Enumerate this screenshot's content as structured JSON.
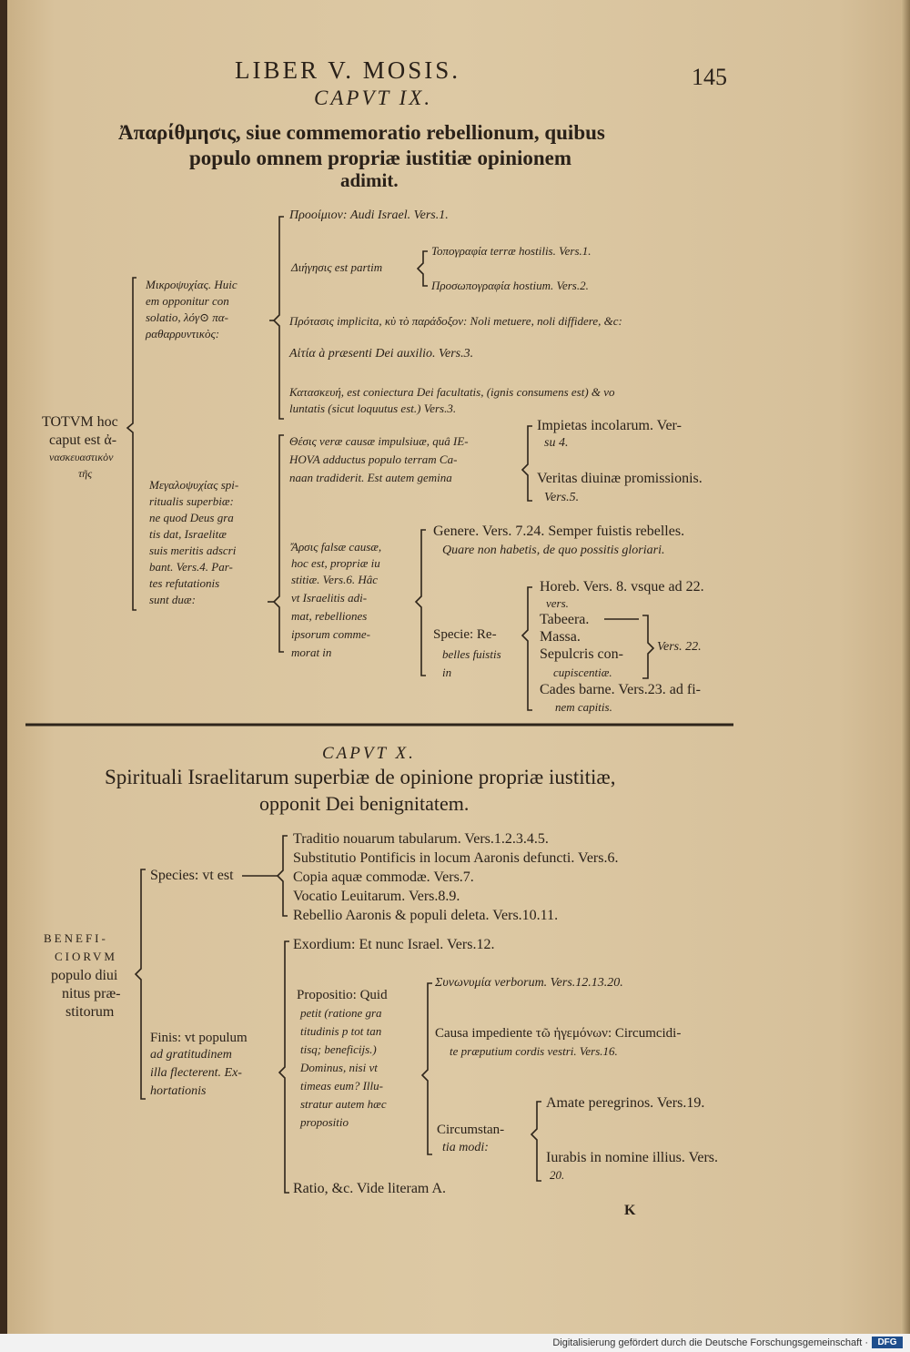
{
  "header": {
    "running_title": "LIBER V. MOSIS.",
    "page_number": "145"
  },
  "chap9": {
    "heading": "CAPVT IX.",
    "title_l1": "Ἀπαρίθμησις, siue commemoratio rebellionum, quibus",
    "title_l2": "populo omnem propriæ iustitiæ opinionem",
    "title_l3": "adimit.",
    "root_l1": "TOTVM hoc",
    "root_l2": "caput est ἀ-",
    "root_l3": "νασκευαστικὸν",
    "root_l4": "τῆς",
    "a_l1": "Μικροψυχίας. Huic",
    "a_l2": "em opponitur con",
    "a_l3": "solatio, λόγ⊙ πα-",
    "a_l4": "ραθαρρυντικὸς:",
    "a1": "Προοίμιον: Audi Israel. Vers.1.",
    "a2_label": "Διήγησις est partim",
    "a2a": "Τοπογραφία terræ hostilis. Vers.1.",
    "a2b": "Προσωπογραφία hostium. Vers.2.",
    "a3": "Πρότασις implicita, κὺ τὸ παράδοξον: Noli metuere, noli diffidere, &c:",
    "a4": "Αἰτία à præsenti Dei auxilio. Vers.3.",
    "a5_l1": "Κατασκευή, est coniectura Dei facultatis, (ignis consumens est) & vo",
    "a5_l2": "luntatis (sicut loquutus est.) Vers.3.",
    "b_l1": "Μεγαλοψυχίας spi-",
    "b_l2": "ritualis superbiæ:",
    "b_l3": "ne quod Deus gra",
    "b_l4": "tis dat, Israelitæ",
    "b_l5": "suis meritis adscri",
    "b_l6": "bant. Vers.4. Par-",
    "b_l7": "tes refutationis",
    "b_l8": "sunt duæ:",
    "b1_l1": "Θέσις veræ causæ impulsiuæ, quâ IE-",
    "b1_l2": "HOVA adductus populo terram Ca-",
    "b1_l3": "naan tradiderit. Est autem gemina",
    "b1a_l1": "Impietas incolarum. Ver-",
    "b1a_l2": "su 4.",
    "b1b_l1": "Veritas diuinæ promissionis.",
    "b1b_l2": "Vers.5.",
    "b2_l1": "Ἄρσις falsæ causæ,",
    "b2_l2": "hoc est, propriæ iu",
    "b2_l3": "stitiæ. Vers.6. Hâc",
    "b2_l4": "vt Israelitis adi-",
    "b2_l5": "mat, rebelliones",
    "b2_l6": "ipsorum comme-",
    "b2_l7": "morat in",
    "g_l1": "Genere. Vers. 7.24. Semper fuistis rebelles.",
    "g_l2": "Quare non habetis, de quo possitis gloriari.",
    "s_l1": "Specie: Re-",
    "s_l2": "belles fuistis",
    "s_l3": "in",
    "h_l1": "Horeb. Vers. 8. vsque ad 22.",
    "h_l2": "vers.",
    "tab": "Tabeera.",
    "mas": "Massa.",
    "sep_l1": "Sepulcris con-",
    "sep_l2": "cupiscentiæ.",
    "v22": "Vers. 22.",
    "cad_l1": "Cades barne. Vers.23. ad fi-",
    "cad_l2": "nem capitis."
  },
  "chap10": {
    "heading": "CAPVT X.",
    "title_l1": "Spirituali Israelitarum superbiæ de opinione propriæ iustitiæ,",
    "title_l2": "opponit Dei benignitatem.",
    "root_l1": "BENEFI-",
    "root_l2": "CIORVM",
    "root_l3": "populo diui",
    "root_l4": "nitus præ-",
    "root_l5": "stitorum",
    "species": "Species: vt est",
    "sp1": "Traditio nouarum tabularum. Vers.1.2.3.4.5.",
    "sp2": "Substitutio Pontificis in locum Aaronis defuncti. Vers.6.",
    "sp3": "Copia aquæ commodæ. Vers.7.",
    "sp4": "Vocatio Leuitarum. Vers.8.9.",
    "sp5": "Rebellio Aaronis & populi deleta. Vers.10.11.",
    "finis_l1": "Finis: vt populum",
    "finis_l2": "ad gratitudinem",
    "finis_l3": "illa flecterent. Ex-",
    "finis_l4": "hortationis",
    "ex": "Exordium: Et nunc Israel. Vers.12.",
    "pr_l1": "Propositio: Quid",
    "pr_l2": "petit (ratione gra",
    "pr_l3": "titudinis p tot tan",
    "pr_l4": "tisq; beneficijs.)",
    "pr_l5": "Dominus, nisi vt",
    "pr_l6": "timeas eum? Illu-",
    "pr_l7": "stratur autem hæc",
    "pr_l8": "propositio",
    "syn": "Συνωνυμία verborum. Vers.12.13.20.",
    "ca_l1": "Causa impediente τῶ ἡγεμόνων: Circumcidi-",
    "ca_l2": "te præputium cordis vestri. Vers.16.",
    "ci_l1": "Circumstan-",
    "ci_l2": "tia modi:",
    "am": "Amate peregrinos. Vers.19.",
    "iu_l1": "Iurabis in nomine illius. Vers.",
    "iu_l2": "20.",
    "rat": "Ratio, &c. Vide literam A.",
    "signature": "K"
  },
  "footer": {
    "text": "Digitalisierung gefördert durch die Deutsche Forschungsgemeinschaft ·",
    "logo": "DFG"
  },
  "colors": {
    "paper": "#dcc7a1",
    "ink": "#2a2119",
    "footer_bg": "#f2f2f2",
    "dfg_blue": "#1f4e8c"
  }
}
